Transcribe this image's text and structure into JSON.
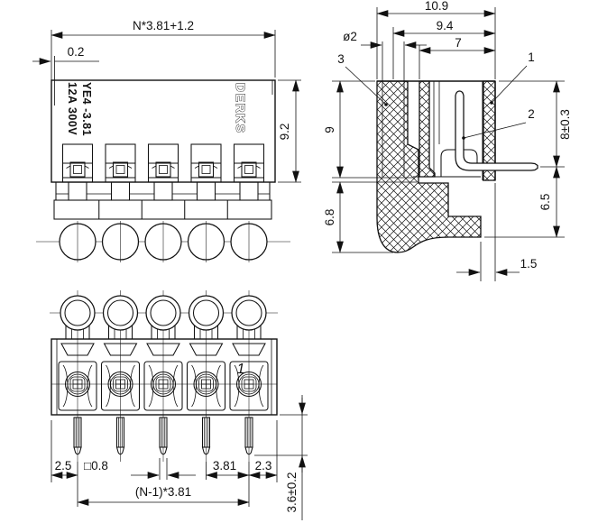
{
  "drawing": {
    "front_view": {
      "label_line1": "YE4 -3.81",
      "label_line2": "12A 300V",
      "brand": "DERKS",
      "dim_total_width": "N*3.81+1.2",
      "dim_edge": "0.2",
      "dim_height": "9.2"
    },
    "side_view": {
      "dim_depth_total": "10.9",
      "dim_depth_body": "9.4",
      "dim_depth_housing": "7",
      "dim_wire_dia": "ø2",
      "dim_upper_height": "9",
      "dim_lower_height": "6.8",
      "dim_pin_height": "8±0.3",
      "dim_pin_drop": "6.5",
      "dim_pin_offset": "1.5",
      "callout_housing": "1",
      "callout_pin": "2",
      "callout_clamp": "3"
    },
    "bottom_view": {
      "pin1_label": "1",
      "dim_left_margin": "2.5",
      "dim_pin_square": "□0.8",
      "dim_pitch": "3.81",
      "dim_right_margin": "2.3",
      "dim_span": "(N-1)*3.81",
      "dim_pin_length": "3.6±0.2"
    },
    "colors": {
      "line": "#111111",
      "background": "#ffffff"
    }
  }
}
